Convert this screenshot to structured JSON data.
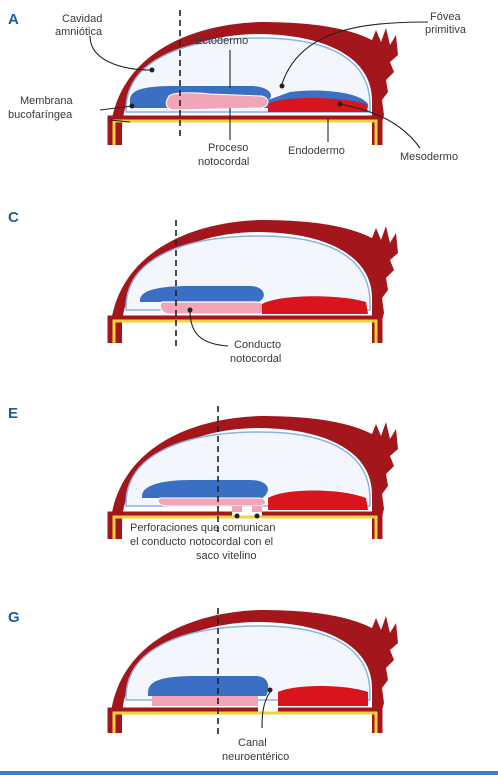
{
  "panels": {
    "a": {
      "letter": "A",
      "labels": {
        "cavidad": [
          "Cavidad",
          "amniótica"
        ],
        "fovea": [
          "Fóvea",
          "primitiva"
        ],
        "ectodermo": "Ectodermo",
        "membrana": [
          "Membrana",
          "bucofaríngea"
        ],
        "proceso": [
          "Proceso",
          "notocordal"
        ],
        "endodermo": "Endodermo",
        "mesodermo": "Mesodermo"
      }
    },
    "c": {
      "letter": "C",
      "labels": {
        "conducto": [
          "Conducto",
          "notocordal"
        ]
      }
    },
    "e": {
      "letter": "E",
      "labels": {
        "perforaciones": [
          "Perforaciones que comunican",
          "el conducto notocordal con el",
          "saco vitelino"
        ]
      }
    },
    "g": {
      "letter": "G",
      "labels": {
        "canal": [
          "Canal",
          "neuroentérico"
        ]
      }
    }
  },
  "colors": {
    "wall": "#a3161b",
    "amnion_fill": "#f3f7fd",
    "amnion_line": "#8ab4e0",
    "ectoderm": "#3b6fc4",
    "notochord": "#f0a6b6",
    "mesoderm": "#d8141c",
    "yolk_line": "#f2d23a",
    "letter": "#1f5c99"
  }
}
